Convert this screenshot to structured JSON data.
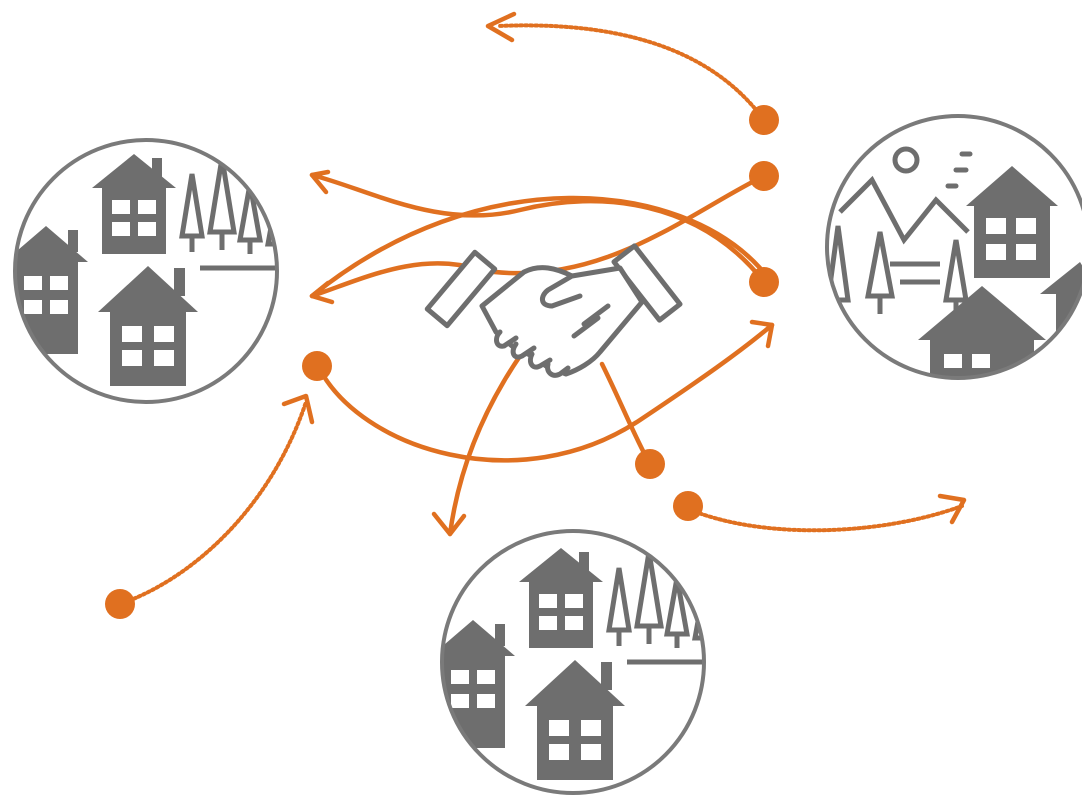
{
  "diagram": {
    "central_symbol": "handshake-icon",
    "nodes": [
      {
        "id": "village-left",
        "icon": "village-icon"
      },
      {
        "id": "village-right",
        "icon": "mountain-village-icon"
      },
      {
        "id": "village-bottom",
        "icon": "village-icon"
      }
    ],
    "flows": {
      "solid": 6,
      "dotted": 3
    },
    "colors": {
      "accent": "#e07020",
      "icon": "#6e6e6e",
      "outline": "#7a7a7a",
      "background": "#ffffff"
    }
  }
}
